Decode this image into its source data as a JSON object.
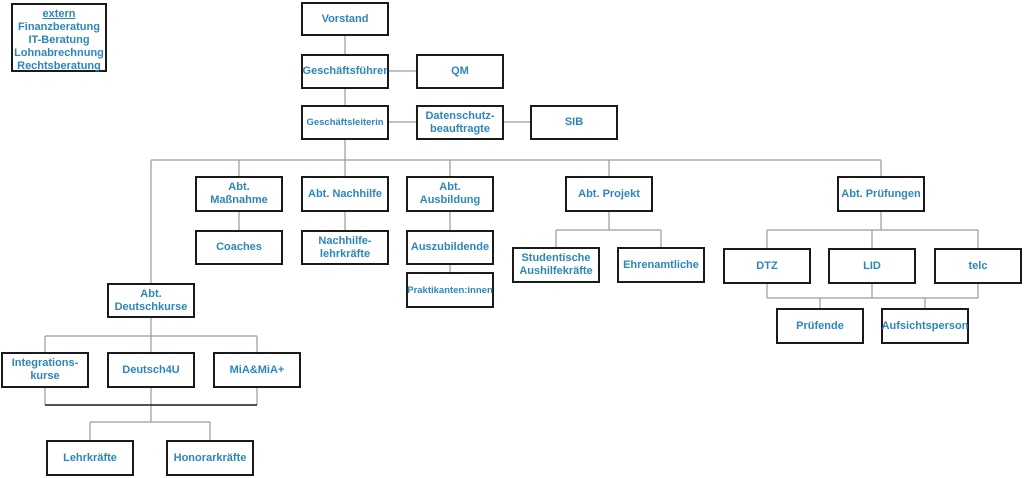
{
  "extern": {
    "title": "extern",
    "items": [
      "Finanzberatung",
      "IT-Beratung",
      "Lohnabrechnung",
      "Rechtsberatung"
    ]
  },
  "nodes": {
    "vorstand": "Vorstand",
    "geschaeftsfuehrer": "Geschäftsführer",
    "qm": "QM",
    "geschaeftsleiterin": "Geschäftsleiterin",
    "datenschutz": "Datenschutz-\nbeauftragte",
    "sib": "SIB",
    "abt_massnahme": "Abt. Maßnahme",
    "abt_nachhilfe": "Abt. Nachhilfe",
    "abt_ausbildung": "Abt. Ausbildung",
    "abt_projekt": "Abt. Projekt",
    "abt_pruefungen": "Abt. Prüfungen",
    "coaches": "Coaches",
    "nachhilfelehrkraefte": "Nachhilfe-\nlehrkräfte",
    "auszubildende": "Auszubildende",
    "praktikanten": "Praktikanten:innen",
    "studentische": "Studentische\nAushilfekräfte",
    "ehrenamtliche": "Ehrenamtliche",
    "dtz": "DTZ",
    "lid": "LID",
    "telc": "telc",
    "pruefende": "Prüfende",
    "aufsichtsperson": "Aufsichtsperson",
    "abt_deutschkurse": "Abt.\nDeutschkurse",
    "integrationskurse": "Integrations-\nkurse",
    "deutsch4u": "Deutsch4U",
    "mia": "MiA&MiA+",
    "lehrkraefte": "Lehrkräfte",
    "honorarkraefte": "Honorarkräfte"
  },
  "colors": {
    "text": "#2e86b8",
    "border": "#1a1a1a",
    "line": "#9a9a9a"
  }
}
